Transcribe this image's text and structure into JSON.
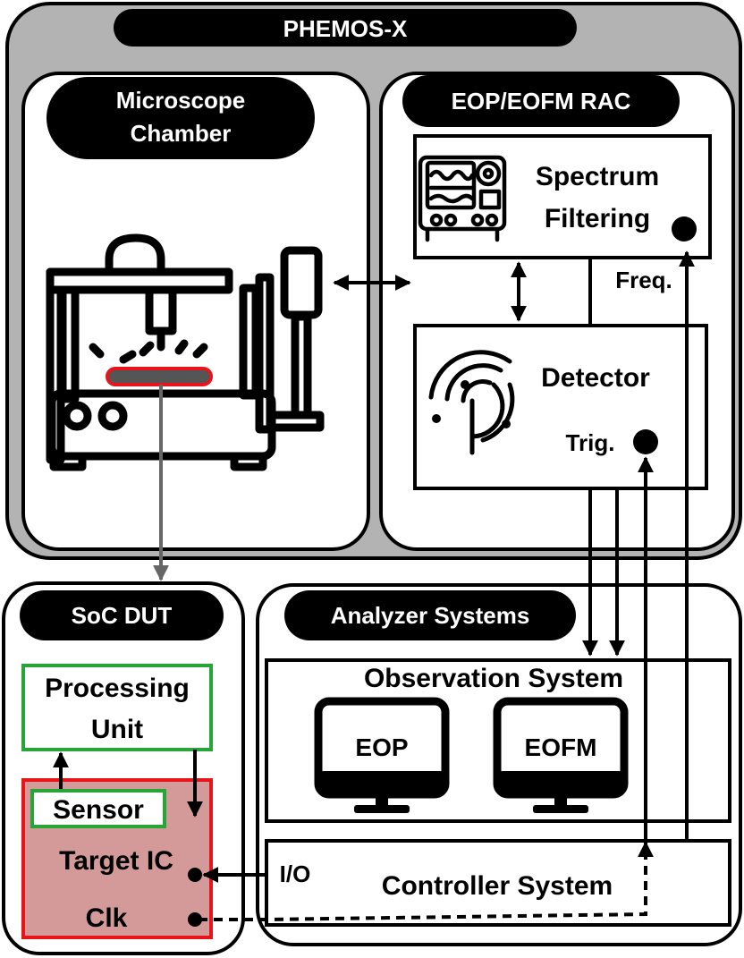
{
  "outer_frame": {
    "title": "PHEMOS-X"
  },
  "microscope_chamber": {
    "title_line1": "Microscope",
    "title_line2": "Chamber"
  },
  "rac": {
    "title": "EOP/EOFM RAC",
    "spectrum_line1": "Spectrum",
    "spectrum_line2": "Filtering",
    "freq_label": "Freq.",
    "detector_label": "Detector",
    "trig_label": "Trig."
  },
  "soc_dut": {
    "title": "SoC DUT",
    "processing_line1": "Processing",
    "processing_line2": "Unit",
    "sensor_label": "Sensor",
    "target_label": "Target IC",
    "clk_label": "Clk",
    "io_label": "I/O"
  },
  "analyzer": {
    "title": "Analyzer Systems",
    "observation_title": "Observation System",
    "monitor1_label": "EOP",
    "monitor2_label": "EOFM",
    "controller_label": "Controller System"
  },
  "colors": {
    "outer_fill": "#b3b3b3",
    "target_fill": "#d49a9a",
    "target_stroke": "#e8141c",
    "green_stroke": "#27a536",
    "laser_stroke": "#e8141c",
    "gray_arrow": "#666666"
  }
}
